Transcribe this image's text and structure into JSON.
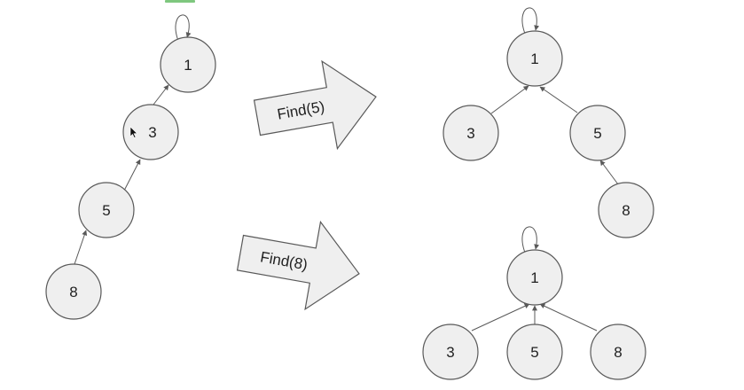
{
  "colors": {
    "node_fill": "#efefef",
    "node_stroke": "#595959",
    "edge": "#595959",
    "accent_tab": "#7ec77e"
  },
  "left_tree": {
    "nodes": [
      {
        "label": "1"
      },
      {
        "label": "3"
      },
      {
        "label": "5"
      },
      {
        "label": "8"
      }
    ]
  },
  "arrows": [
    {
      "label": "Find(5)"
    },
    {
      "label": "Find(8)"
    }
  ],
  "result_find5": {
    "nodes": [
      {
        "label": "1"
      },
      {
        "label": "3"
      },
      {
        "label": "5"
      },
      {
        "label": "8"
      }
    ]
  },
  "result_find8": {
    "nodes": [
      {
        "label": "1"
      },
      {
        "label": "3"
      },
      {
        "label": "5"
      },
      {
        "label": "8"
      }
    ]
  }
}
